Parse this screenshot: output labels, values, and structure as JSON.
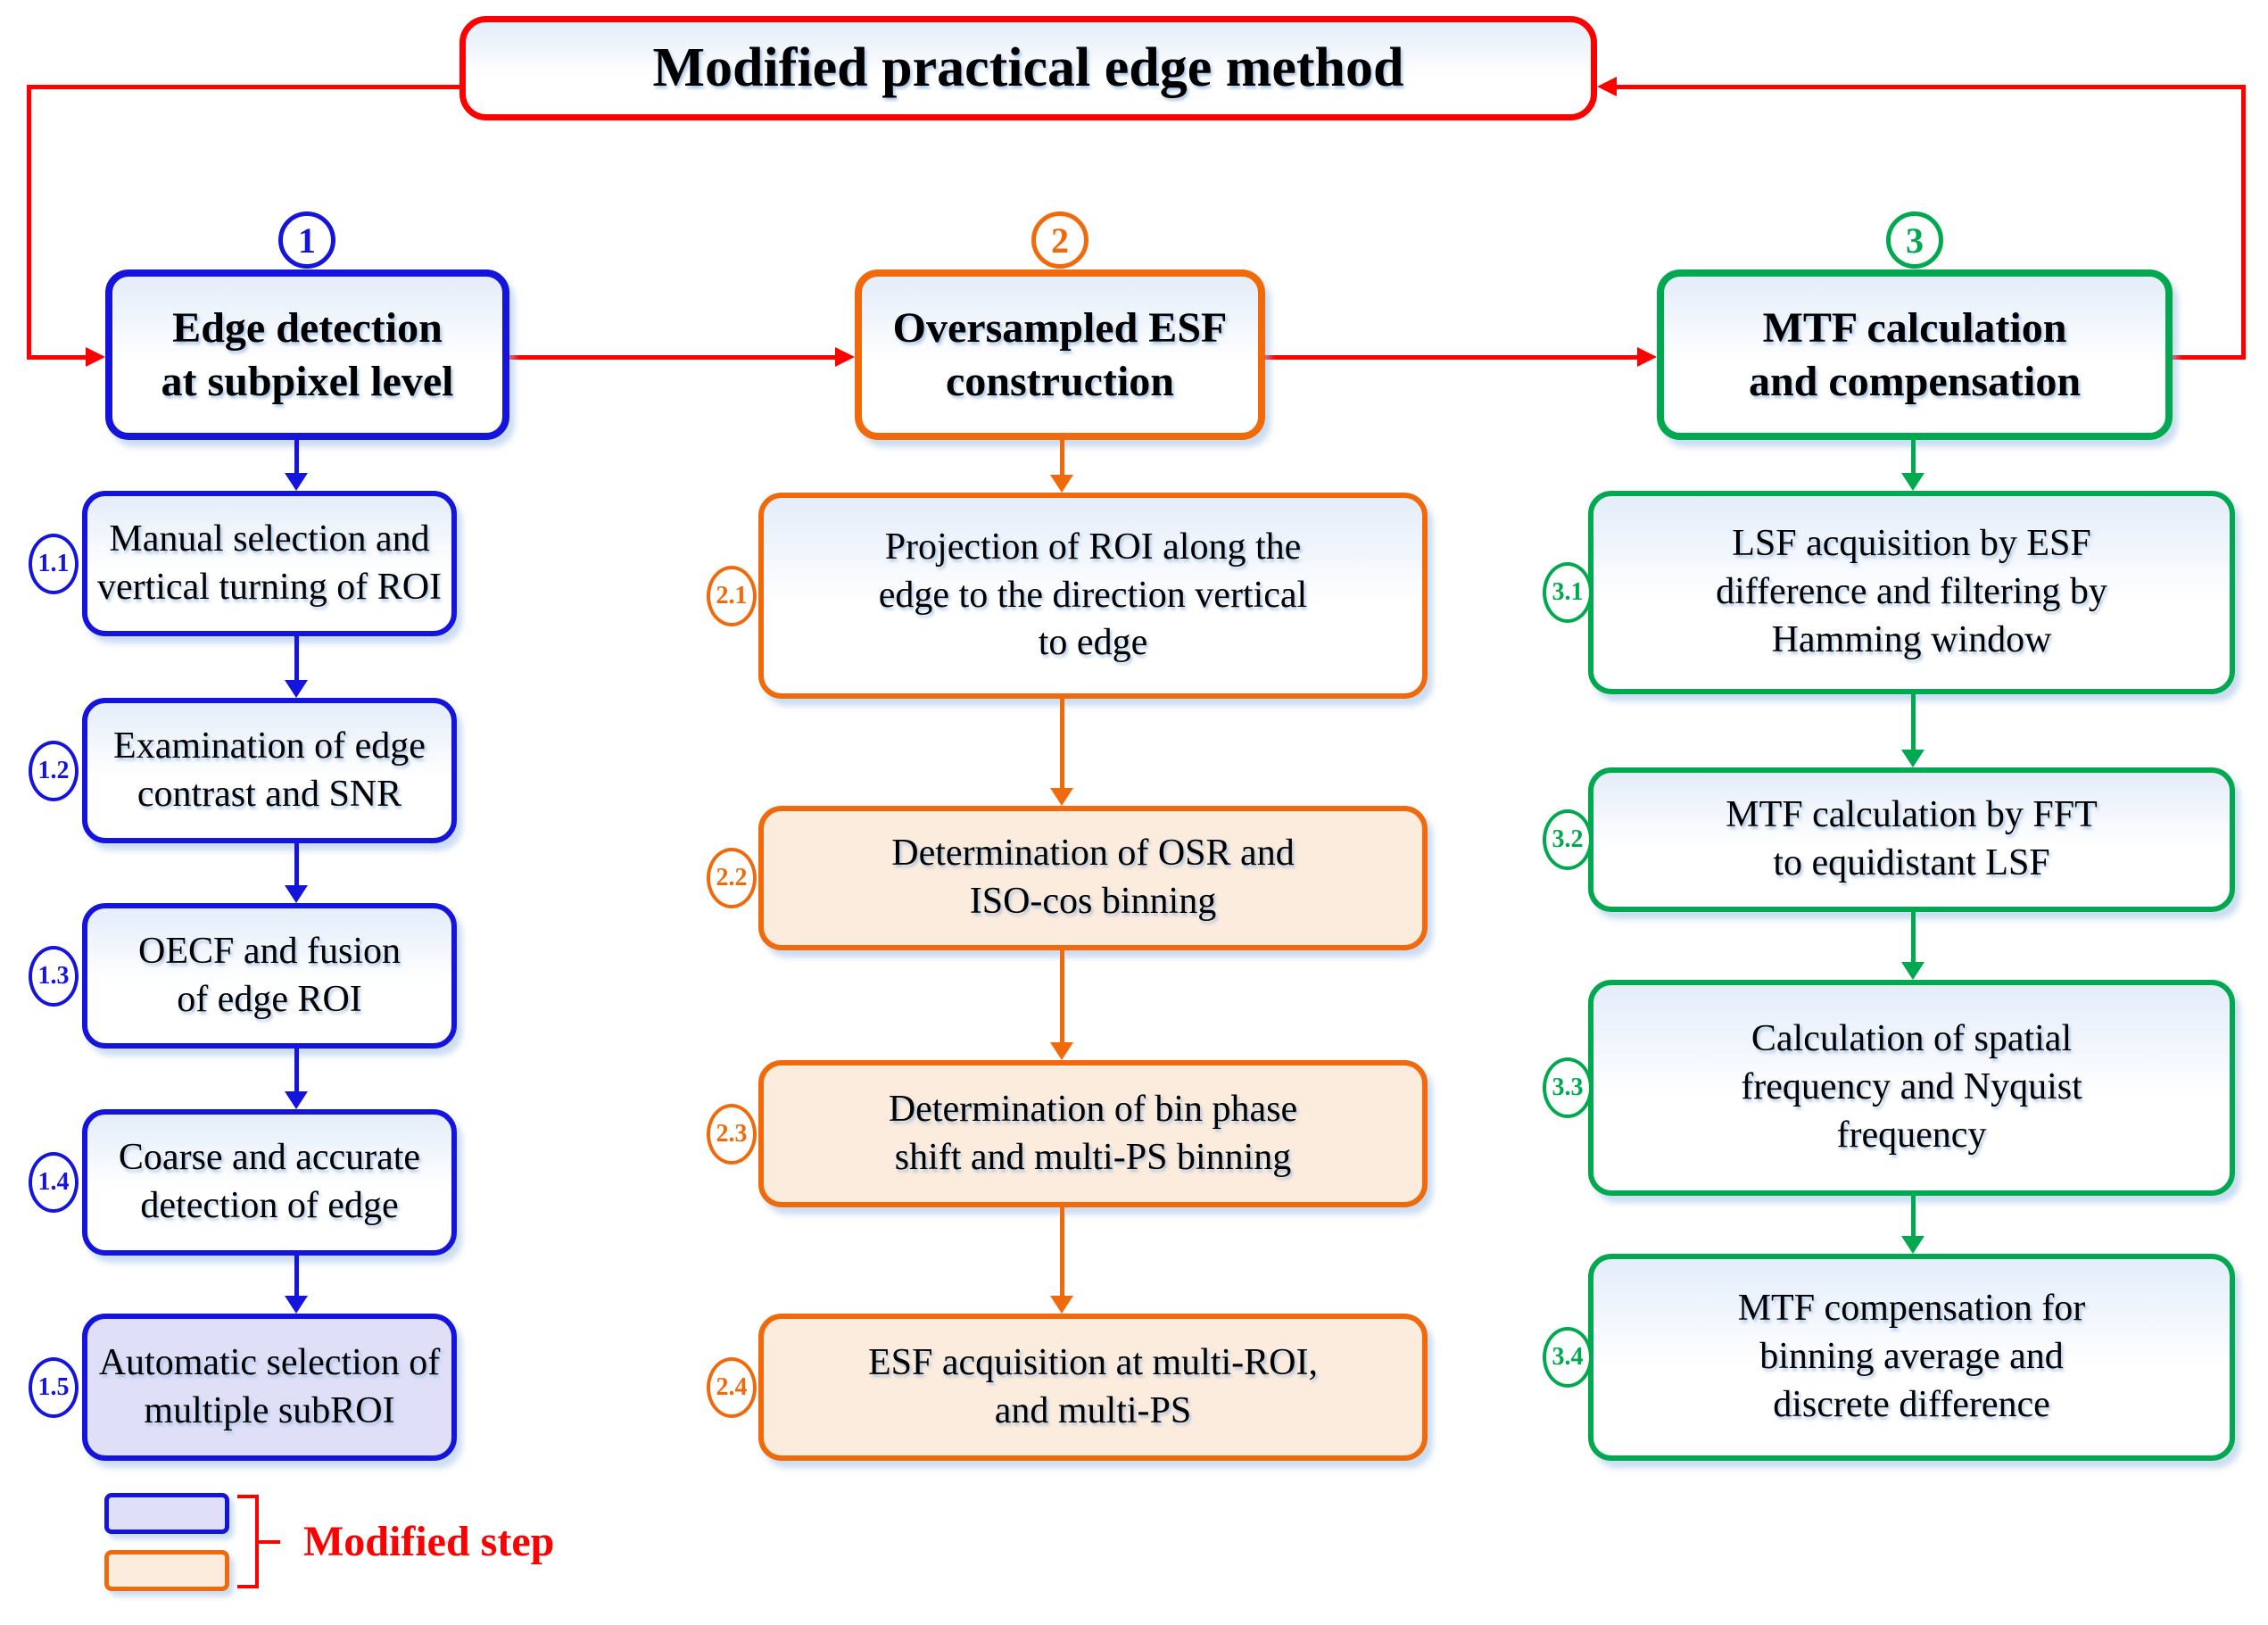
{
  "title": "Modified practical edge method",
  "colors": {
    "red": "#fe0000",
    "blue": "#1414dd",
    "orange": "#f06a0c",
    "green": "#00a94f"
  },
  "legend": {
    "label": "Modified step",
    "swatches": [
      {
        "name": "modified-step-blue-swatch",
        "fill": "#dfdff8",
        "border": "#1414dd"
      },
      {
        "name": "modified-step-orange-swatch",
        "fill": "#fcecdd",
        "border": "#f06a0c"
      }
    ]
  },
  "columns": [
    {
      "number": "1",
      "header": "Edge detection\nat subpixel level",
      "color": "#1414dd",
      "modified_fill": "#dfdff8",
      "steps": [
        {
          "label": "1.1",
          "text": "Manual selection and\nvertical turning of ROI",
          "modified": false
        },
        {
          "label": "1.2",
          "text": "Examination of edge\ncontrast and SNR",
          "modified": false
        },
        {
          "label": "1.3",
          "text": "OECF and fusion\nof edge ROI",
          "modified": false
        },
        {
          "label": "1.4",
          "text": "Coarse and accurate\ndetection of edge",
          "modified": false
        },
        {
          "label": "1.5",
          "text": "Automatic selection of\nmultiple subROI",
          "modified": true
        }
      ]
    },
    {
      "number": "2",
      "header": "Oversampled ESF\nconstruction",
      "color": "#f06a0c",
      "modified_fill": "#fcecdd",
      "steps": [
        {
          "label": "2.1",
          "text": "Projection of ROI along the\nedge  to the direction vertical\nto edge",
          "modified": false
        },
        {
          "label": "2.2",
          "text": "Determination of OSR and\nISO-cos binning",
          "modified": true
        },
        {
          "label": "2.3",
          "text": "Determination of bin phase\nshift and multi-PS binning",
          "modified": true
        },
        {
          "label": "2.4",
          "text": "ESF acquisition at multi-ROI,\nand multi-PS",
          "modified": true
        }
      ]
    },
    {
      "number": "3",
      "header": "MTF calculation\nand compensation",
      "color": "#00a94f",
      "modified_fill": "#ffffff",
      "steps": [
        {
          "label": "3.1",
          "text": "LSF acquisition by ESF\ndifference and filtering by\nHamming window",
          "modified": false
        },
        {
          "label": "3.2",
          "text": "MTF calculation by FFT\nto equidistant LSF",
          "modified": false
        },
        {
          "label": "3.3",
          "text": "Calculation of spatial\nfrequency and Nyquist\nfrequency",
          "modified": false
        },
        {
          "label": "3.4",
          "text": "MTF compensation for\nbinning average and\ndiscrete difference",
          "modified": false
        }
      ]
    }
  ]
}
